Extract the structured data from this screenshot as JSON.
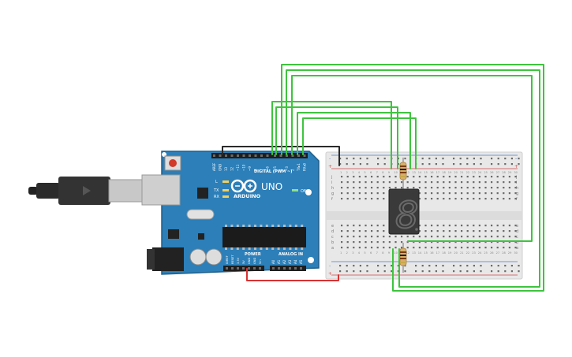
{
  "board": {
    "model": "UNO",
    "brand": "ARDUINO",
    "digital_header": "DIGITAL (PWM ~)",
    "power_header": "POWER",
    "analog_header": "ANALOG IN",
    "led_on": "ON",
    "led_l": "L",
    "led_tx": "TX",
    "led_rx": "RX",
    "power_pins": [
      "IOREF",
      "RESET",
      "3.3V",
      "5V",
      "GND",
      "GND",
      "Vin"
    ],
    "analog_pins": [
      "A0",
      "A1",
      "A2",
      "A3",
      "A4",
      "A5"
    ],
    "digital_pins": [
      "AREF",
      "GND",
      "13",
      "12",
      "~11",
      "~10",
      "~9",
      "8",
      "7",
      "~6",
      "~5",
      "4",
      "~3",
      "2",
      "TX▸1",
      "RX◂0"
    ]
  },
  "breadboard": {
    "row_letters_top": [
      "j",
      "i",
      "h",
      "g",
      "f"
    ],
    "row_letters_bottom": [
      "e",
      "d",
      "c",
      "b",
      "a"
    ],
    "plus": "+",
    "minus": "-",
    "column_numbers": [
      "1",
      "2",
      "3",
      "4",
      "5",
      "6",
      "7",
      "8",
      "9",
      "10",
      "11",
      "12",
      "13",
      "14",
      "15",
      "16",
      "17",
      "18",
      "19",
      "20",
      "21",
      "22",
      "23",
      "24",
      "25",
      "26",
      "27",
      "28",
      "29",
      "30"
    ]
  },
  "display": {
    "digit": "8"
  },
  "colors": {
    "wire_signal": "#3ec43e",
    "wire_ground": "#2a2a2a",
    "wire_power": "#d83232",
    "board": "#2c7fb8",
    "breadboard": "#e8e8e8"
  }
}
